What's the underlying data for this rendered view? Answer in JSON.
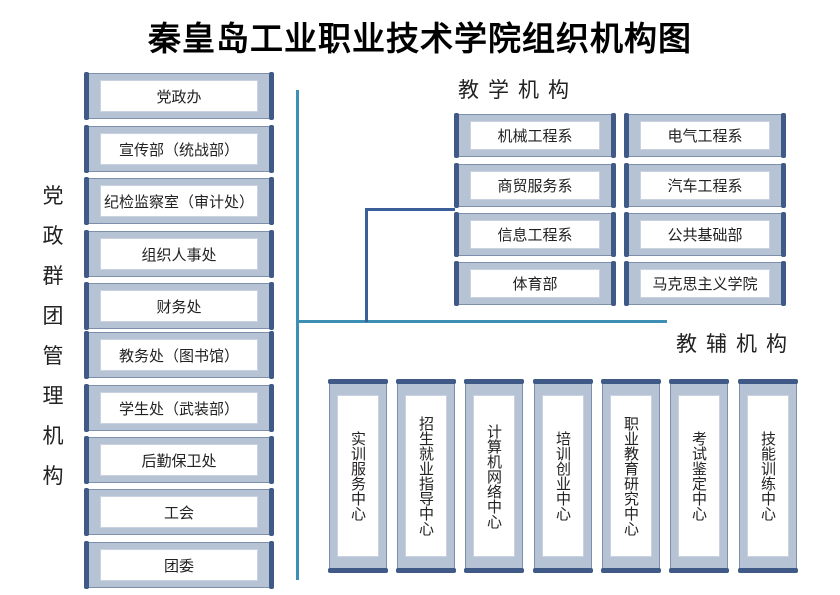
{
  "title": "秦皇岛工业职业技术学院组织机构图",
  "left_group": {
    "label": [
      "党",
      "政",
      "群",
      "团",
      "管",
      "理",
      "机",
      "构"
    ],
    "items": [
      "党政办",
      "宣传部（统战部）",
      "纪检监察室（审计处）",
      "组织人事处",
      "财务处",
      "教务处（图书馆）",
      "学生处（武装部）",
      "后勤保卫处",
      "工会",
      "团委"
    ]
  },
  "teaching": {
    "label": "教学机构",
    "items": [
      "机械工程系",
      "电气工程系",
      "商贸服务系",
      "汽车工程系",
      "信息工程系",
      "公共基础部",
      "体育部",
      "马克思主义学院"
    ]
  },
  "auxiliary": {
    "label": "教辅机构",
    "items": [
      "实训服务中心",
      "招生就业指导中心",
      "计算机网络中心",
      "培训创业中心",
      "职业教育研究中心",
      "考试鉴定中心",
      "技能训练中心"
    ]
  },
  "colors": {
    "scroll_fill": "#b6c3d5",
    "scroll_rod": "#3f5a86",
    "connector": "#3d8fb4",
    "connector_dark": "#3b5f9a"
  }
}
